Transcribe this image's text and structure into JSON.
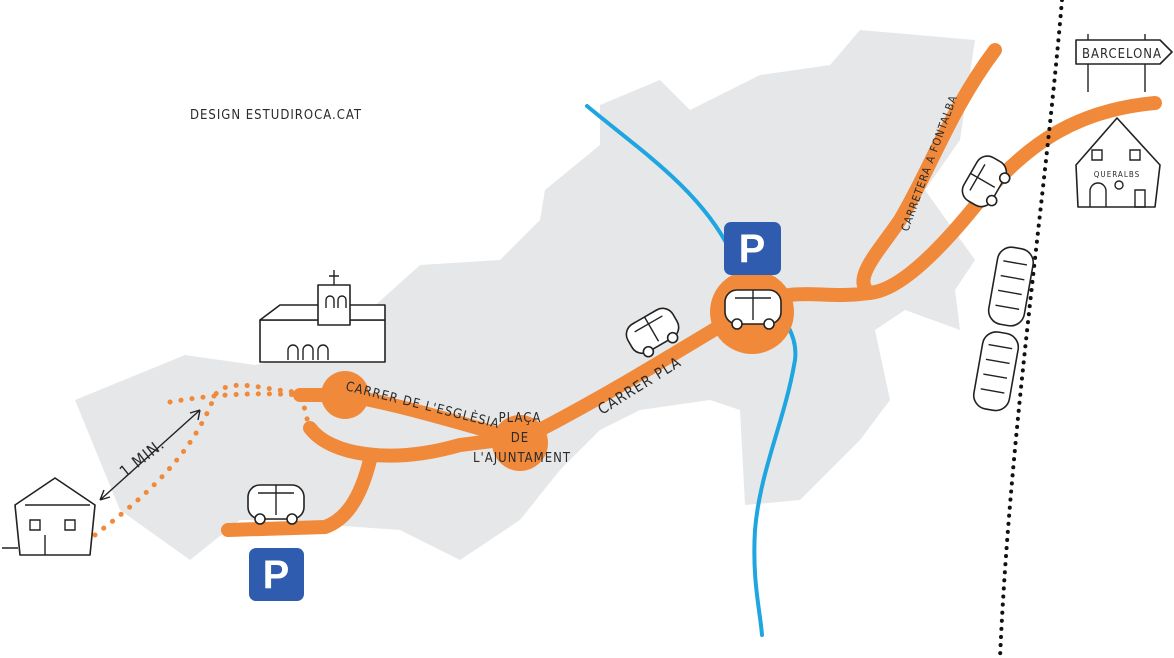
{
  "credit": "DESIGN ESTUDIROCA.CAT",
  "walk_time": "1 MIN.",
  "streets": {
    "esglesia": "CARRER DE L'ESGLÈSIA",
    "pla": "CARRER PLA",
    "fontalba": "CARRETERA A FONTALBA"
  },
  "square": {
    "line1": "PLAÇA",
    "line2": "DE",
    "line3": "L'AJUNTAMENT"
  },
  "parking_label": "P",
  "sign": "BARCELONA",
  "town_house": "QUERALBS",
  "colors": {
    "road": "#f08a3a",
    "river": "#1fa6e0",
    "area": "#e6e7e9",
    "parking": "#2f5cae"
  }
}
